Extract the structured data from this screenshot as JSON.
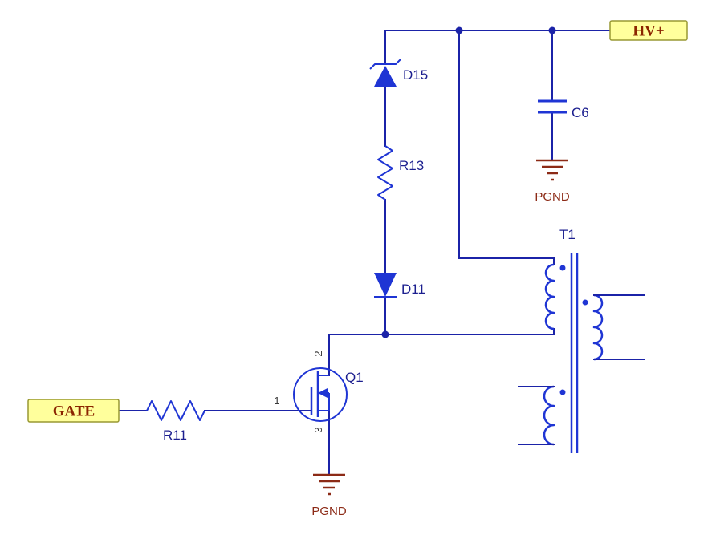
{
  "colors": {
    "background": "#ffffff",
    "wire": "#1b23a8",
    "component": "#1f35d4",
    "designator": "#1c1f8f",
    "pin_number": "#3a3a3a",
    "ground": "#8c2a16",
    "net_text": "#8b2500",
    "net_fill": "#ffff9c",
    "net_border": "#999933"
  },
  "net_labels": {
    "hv": "HV+",
    "gate": "GATE"
  },
  "components": {
    "d15": {
      "designator": "D15",
      "type": "zener-diode"
    },
    "r13": {
      "designator": "R13",
      "type": "resistor"
    },
    "d11": {
      "designator": "D11",
      "type": "diode"
    },
    "c6": {
      "designator": "C6",
      "type": "capacitor"
    },
    "t1": {
      "designator": "T1",
      "type": "transformer"
    },
    "q1": {
      "designator": "Q1",
      "type": "nmos-transistor",
      "pins": {
        "gate": "1",
        "drain": "2",
        "source": "3"
      }
    },
    "r11": {
      "designator": "R11",
      "type": "resistor"
    }
  },
  "grounds": {
    "label": "PGND"
  }
}
